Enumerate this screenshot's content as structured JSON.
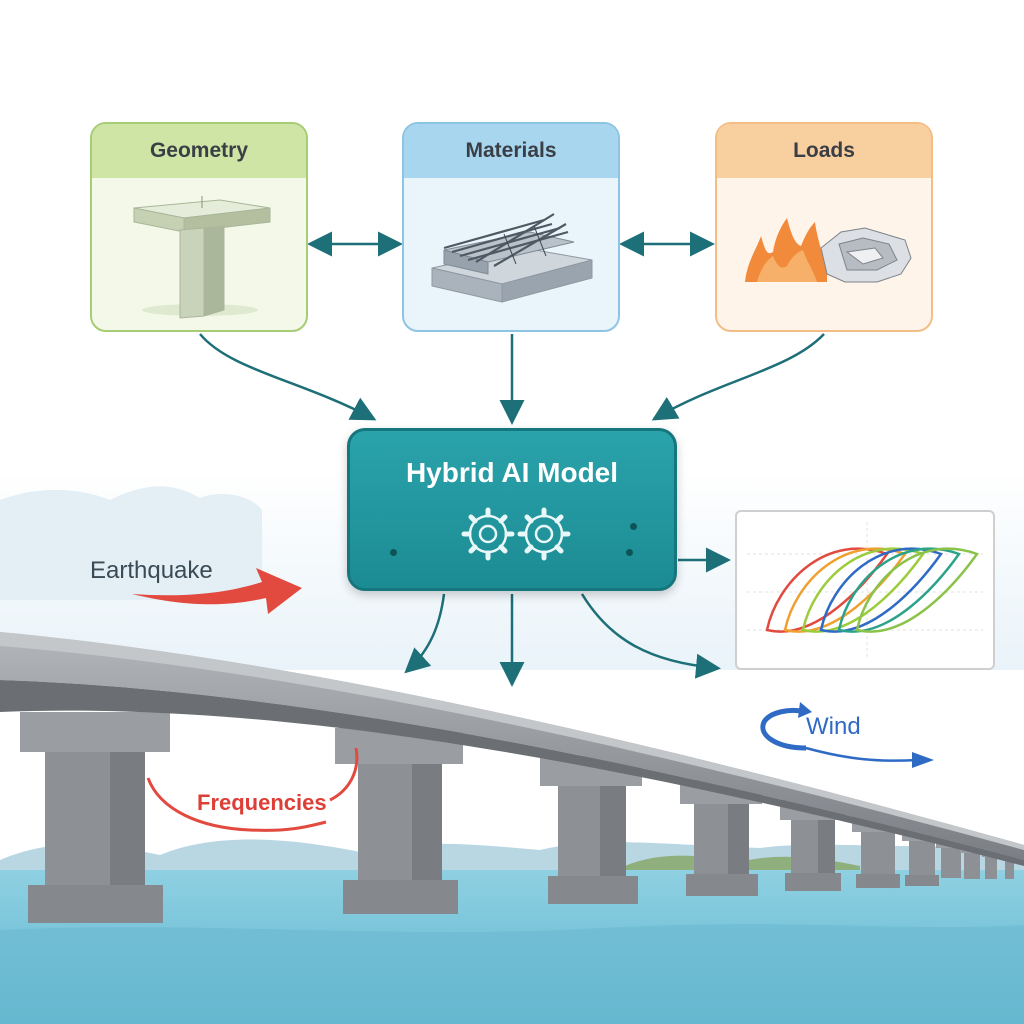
{
  "inputs": {
    "geometry": "Geometry",
    "materials": "Materials",
    "loads": "Loads"
  },
  "model": {
    "title": "Hybrid AI Model"
  },
  "effects": {
    "earthquake": "Earthquake",
    "wind": "Wind",
    "frequencies": "Frequencies"
  },
  "colors": {
    "teal": "#1f959c",
    "arrow": "#1d6f78",
    "earthquake_red": "#e24a3f",
    "wind_blue": "#2f6bc4",
    "water": "#6ec3d9",
    "bridge_gray": "#8f9398"
  },
  "icons": {
    "geometry": "bridge-pier-icon",
    "materials": "rebar-concrete-block-icon",
    "loads": "fire-and-deformed-steel-icon",
    "model": "gear-icon"
  },
  "plot": {
    "series_colors": [
      "#e24a3f",
      "#f0a030",
      "#9ccc3c",
      "#2f6bc4",
      "#2aa38a",
      "#8bc34a"
    ]
  }
}
